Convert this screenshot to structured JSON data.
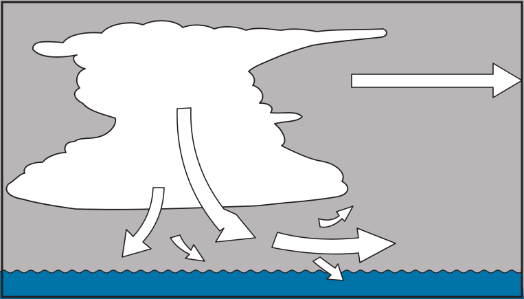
{
  "diagram": {
    "colors": {
      "sky": "#b9b6b8",
      "water": "#0073a9",
      "outline": "#231f20",
      "cloud": "#ffffff",
      "arrows": "#ffffff"
    },
    "elements": {
      "cloud": "thunderstorm-cloud",
      "steering_arrow": "upper-level-wind-arrow",
      "downdraft_arrows": [
        "main-downdraft-arrow",
        "secondary-downdraft-arrow"
      ],
      "outflow_arrows": [
        "small-downdraft-arrow",
        "outflow-arrow",
        "upward-gust-arrow",
        "surface-gust-arrow"
      ]
    }
  }
}
